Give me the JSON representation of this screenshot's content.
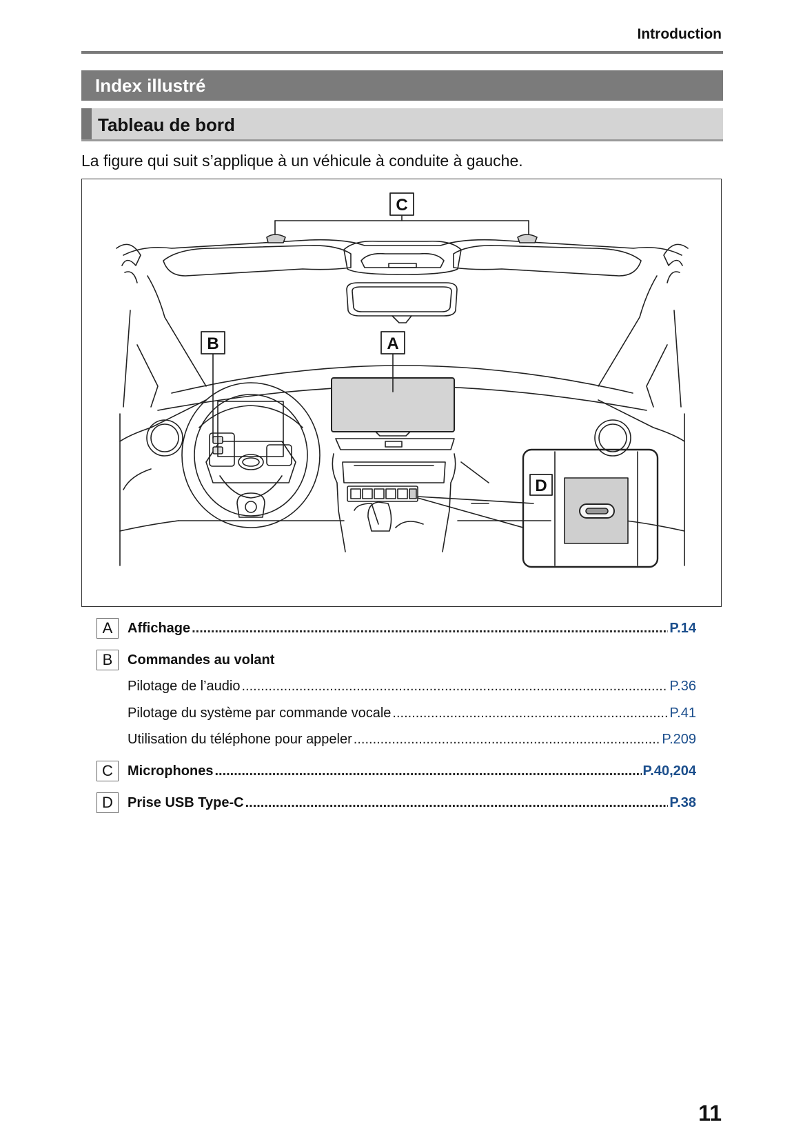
{
  "header": {
    "section": "Introduction",
    "title": "Index illustré",
    "subtitle": "Tableau de bord"
  },
  "intro": "La figure qui suit s’applique à un véhicule à conduite à gauche.",
  "figure": {
    "callouts": {
      "a": "A",
      "b": "B",
      "c": "C",
      "d": "D"
    }
  },
  "legend": [
    {
      "letter": "A",
      "label": "Affichage",
      "page": "P.14",
      "bold": true
    },
    {
      "letter": "B",
      "label": "Commandes au volant",
      "page": "",
      "bold": true
    },
    {
      "letter": "",
      "label": "Pilotage de l’audio",
      "page": "P.36",
      "bold": false
    },
    {
      "letter": "",
      "label": "Pilotage du système par commande vocale",
      "page": "P.41",
      "bold": false
    },
    {
      "letter": "",
      "label": "Utilisation du téléphone pour appeler",
      "page": "P.209",
      "bold": false
    },
    {
      "letter": "C",
      "label": "Microphones",
      "page": "P.40,204",
      "bold": true
    },
    {
      "letter": "D",
      "label": "Prise USB Type-C",
      "page": "P.38",
      "bold": true
    }
  ],
  "footer": {
    "page_number": "11"
  }
}
